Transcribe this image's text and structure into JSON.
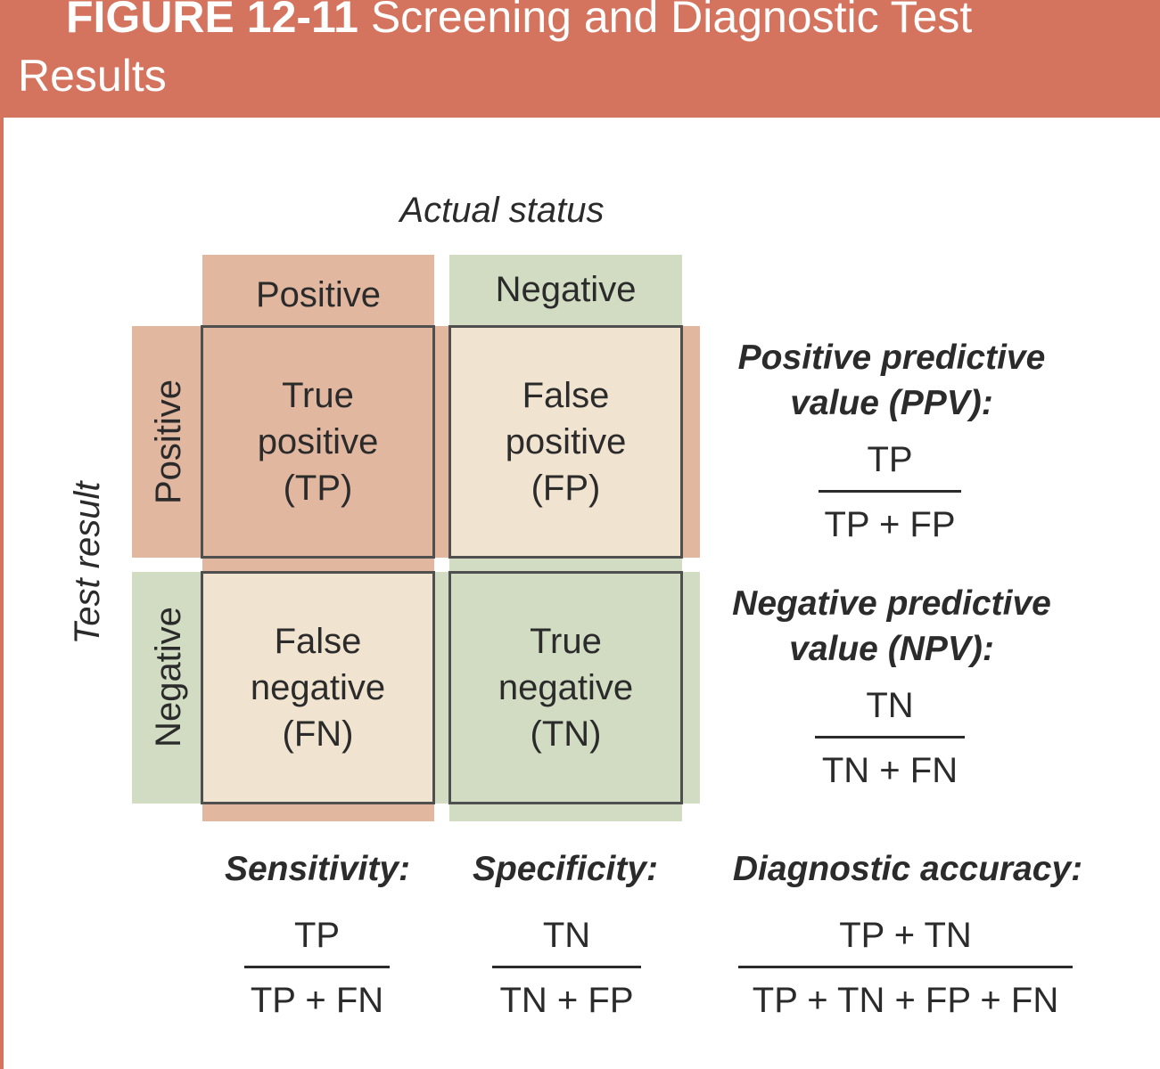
{
  "figure": {
    "title_number": "FIGURE 12-11",
    "title_text": "Screening and Diagnostic Test",
    "title_text_2": "Results"
  },
  "axes": {
    "column_axis": "Actual status",
    "row_axis": "Test result",
    "columns": [
      "Positive",
      "Negative"
    ],
    "rows": [
      "Positive",
      "Negative"
    ]
  },
  "cells": {
    "tp": [
      "True",
      "positive",
      "(TP)"
    ],
    "fp": [
      "False",
      "positive",
      "(FP)"
    ],
    "fn": [
      "False",
      "negative",
      "(FN)"
    ],
    "tn": [
      "True",
      "negative",
      "(TN)"
    ]
  },
  "formulas": {
    "ppv": {
      "title_1": "Positive predictive",
      "title_2": "value (PPV):",
      "numerator": "TP",
      "denominator": "TP + FP"
    },
    "npv": {
      "title_1": "Negative predictive",
      "title_2": "value (NPV):",
      "numerator": "TN",
      "denominator": "TN + FN"
    },
    "sensitivity": {
      "title": "Sensitivity:",
      "numerator": "TP",
      "denominator": "TP + FN"
    },
    "specificity": {
      "title": "Specificity:",
      "numerator": "TN",
      "denominator": "TN + FP"
    },
    "accuracy": {
      "title": "Diagnostic accuracy:",
      "numerator": "TP + TN",
      "denominator": "TP + TN + FP + FN"
    }
  },
  "colors": {
    "header": "#d4735e",
    "positive_band": "#e2b79f",
    "negative_band": "#d1dcc2",
    "cell_cream": "#f0e3cf",
    "cell_border": "#4f4f4f"
  }
}
